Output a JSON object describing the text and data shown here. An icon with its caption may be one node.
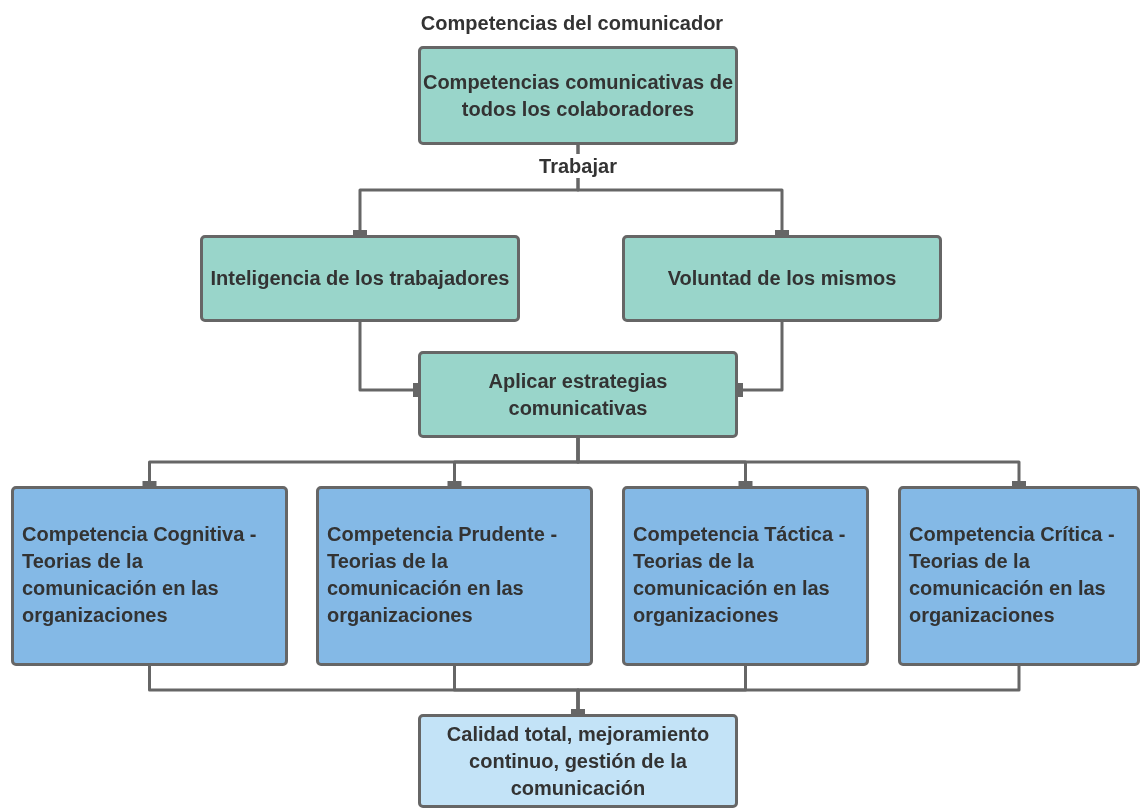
{
  "diagram": {
    "title": "Competencias del comunicador",
    "nodes": [
      {
        "text": [
          "Competencias comunicativas de todos los colaboradores"
        ]
      },
      {
        "text": [
          "Inteligencia de los trabajadores"
        ]
      },
      {
        "text": [
          "Voluntad de los mismos"
        ]
      },
      {
        "text": [
          "Aplicar estrategias comunicativas"
        ]
      },
      {
        "text": [
          "Competencia Cognitiva - Teorias de la comunicación en las organizaciones"
        ]
      },
      {
        "text": [
          "Competencia Prudente - Teorias de la comunicación en las organizaciones"
        ]
      },
      {
        "text": [
          "Competencia Táctica - Teorias de la comunicación en las organizaciones"
        ]
      },
      {
        "text": [
          "Competencia Crítica - Teorias de la comunicación en las organizaciones"
        ]
      },
      {
        "text": [
          "Calidad total, mejoramiento continuo, gestión de la comunicación"
        ]
      }
    ],
    "edges": [
      {
        "from": 0,
        "to": 1,
        "arrow": "other",
        "label": "Trabajar"
      },
      {
        "from": 0,
        "to": 2,
        "arrow": "other"
      },
      {
        "from": 1,
        "to": 3,
        "arrow": "other"
      },
      {
        "from": 2,
        "to": 3,
        "arrow": "other"
      },
      {
        "from": 3,
        "to": 4,
        "arrow": "other"
      },
      {
        "from": 3,
        "to": 5,
        "arrow": "other"
      },
      {
        "from": 3,
        "to": 6,
        "arrow": "other"
      },
      {
        "from": 3,
        "to": 7,
        "arrow": "other"
      },
      {
        "from": 4,
        "to": 8,
        "arrow": "other"
      },
      {
        "from": 5,
        "to": 8,
        "arrow": "other"
      },
      {
        "from": 6,
        "to": 8,
        "arrow": "other"
      },
      {
        "from": 7,
        "to": 8,
        "arrow": "other"
      }
    ]
  }
}
